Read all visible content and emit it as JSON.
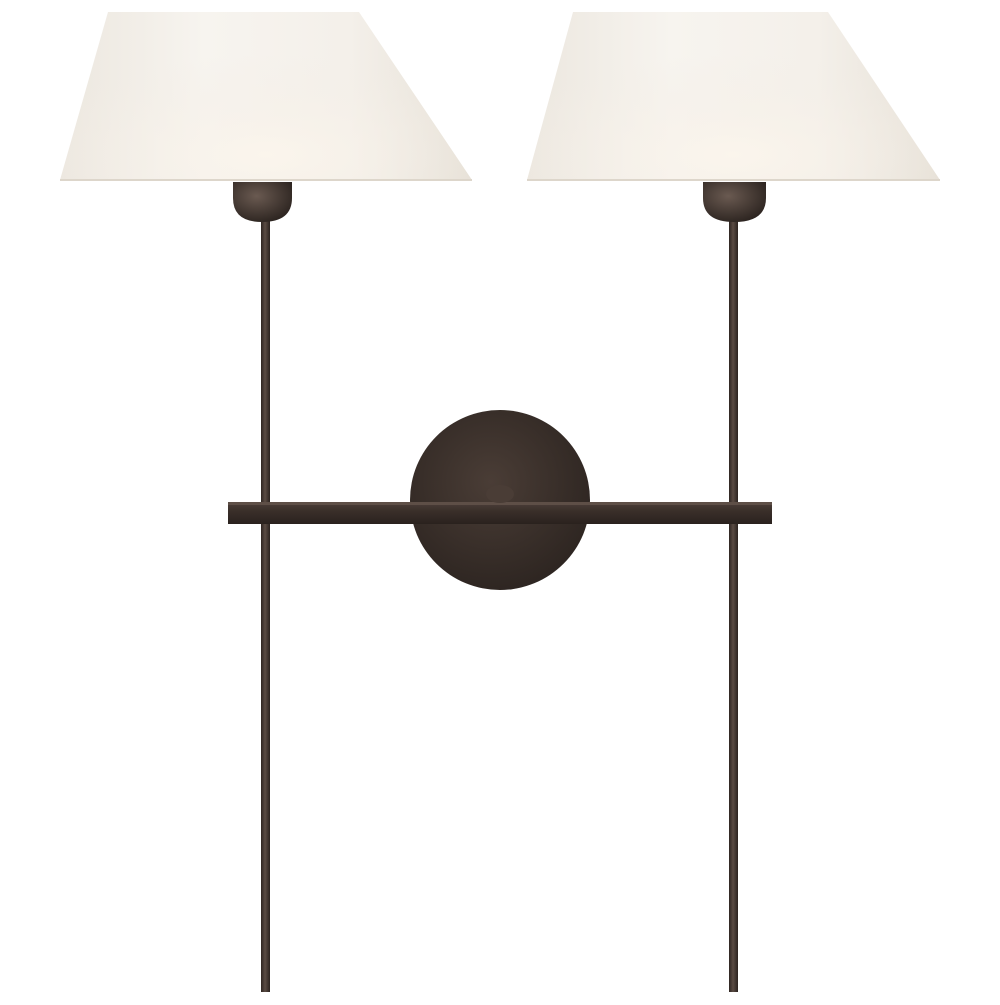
{
  "image": {
    "subject": "double-arm-wall-sconce-photo",
    "background_color": "#ffffff",
    "colors": {
      "metal_finish": "#3a2f2a",
      "metal_highlight": "#5a4b43",
      "shade_light": "#f7f4ef",
      "shade_mid": "#ece7df",
      "shade_shadow": "#d9d2c7"
    },
    "parts": {
      "shades": 2,
      "sockets": 2,
      "stems": 2,
      "backplate_shape": "circle",
      "crossbar_count": 1
    }
  }
}
